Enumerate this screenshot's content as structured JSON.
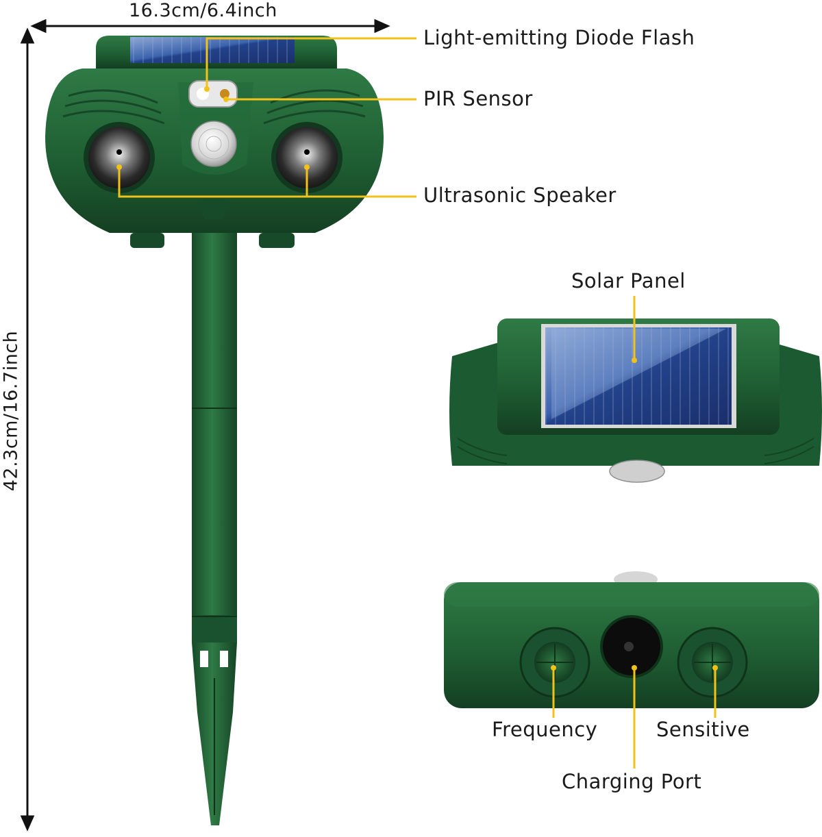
{
  "dimensions": {
    "width_label": "16.3cm/6.4inch",
    "height_label": "42.3cm/16.7inch"
  },
  "callouts": {
    "led_flash": "Light-emitting Diode Flash",
    "pir_sensor": "PIR Sensor",
    "ultrasonic_speaker": "Ultrasonic Speaker",
    "solar_panel": "Solar Panel",
    "frequency": "Frequency",
    "sensitive": "Sensitive",
    "charging_port": "Charging Port"
  },
  "colors": {
    "body_green": "#1f5f33",
    "body_green_light": "#2f7a45",
    "body_green_dark": "#143f22",
    "callout_line": "#f2c21b",
    "solar_blue": "#2a4f9a",
    "text": "#1a1a1a"
  }
}
